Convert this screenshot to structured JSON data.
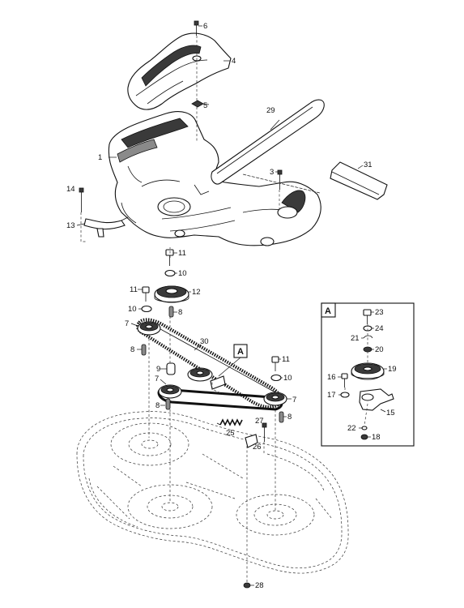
{
  "detail_box": {
    "title": "A"
  },
  "callout_A": "A",
  "labels": {
    "l1": "1",
    "l3": "3",
    "l4": "4",
    "l5": "5",
    "l6": "6",
    "l7a": "7",
    "l7b": "7",
    "l7c": "7",
    "l8a": "8",
    "l8b": "8",
    "l8c": "8",
    "l8d": "8",
    "l9": "9",
    "l10a": "10",
    "l10b": "10",
    "l10c": "10",
    "l11a": "11",
    "l11b": "11",
    "l11c": "11",
    "l12": "12",
    "l13": "13",
    "l14": "14",
    "l15": "15",
    "l16": "16",
    "l17": "17",
    "l18": "18",
    "l19": "19",
    "l20": "20",
    "l21": "21",
    "l22": "22",
    "l23": "23",
    "l24": "24",
    "l25": "25",
    "l26": "26",
    "l27": "27",
    "l28": "28",
    "l29": "29",
    "l30": "30",
    "l31": "31"
  },
  "colors": {
    "line": "#111111",
    "fill_dark": "#3a3a3a",
    "fill_mid": "#8a8a8a",
    "background": "#ffffff"
  }
}
